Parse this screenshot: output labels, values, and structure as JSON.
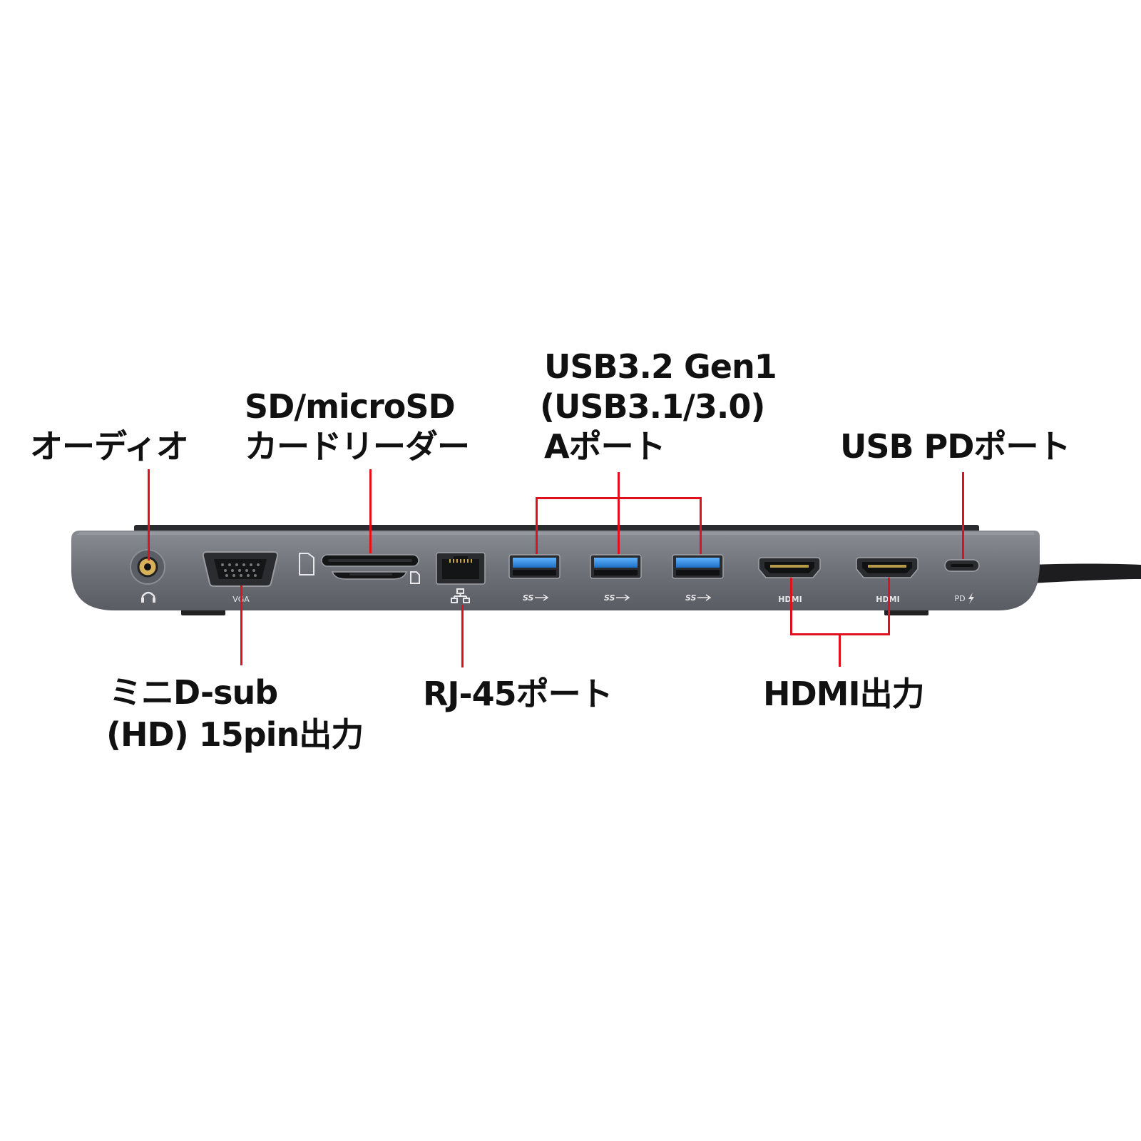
{
  "labels": {
    "audio": "オーディオ",
    "sd_line1": "SD/microSD",
    "sd_line2": "カードリーダー",
    "usb_line1": "USB3.2 Gen1",
    "usb_line2": "(USB3.1/3.0)",
    "usb_line3": "Aポート",
    "pd": "USB PDポート",
    "vga_line1": "ミニD-sub",
    "vga_line2": "(HD) 15pin出力",
    "rj45": "RJ-45ポート",
    "hdmi": "HDMI出力"
  },
  "device_marks": {
    "vga": "VGA",
    "usb_ss": "SS",
    "hdmi": "HDMI",
    "pd": "PD"
  },
  "colors": {
    "body": "#6e7079",
    "body_dark": "#4c4e55",
    "port_dark": "#1a1b1e",
    "usb_blue": "#2f8fe0",
    "callout": "#e0101c"
  },
  "icons": [
    "headphone-icon",
    "sd-card-icon",
    "microsd-card-icon",
    "network-icon",
    "ss-usb-icon",
    "lightning-icon"
  ]
}
